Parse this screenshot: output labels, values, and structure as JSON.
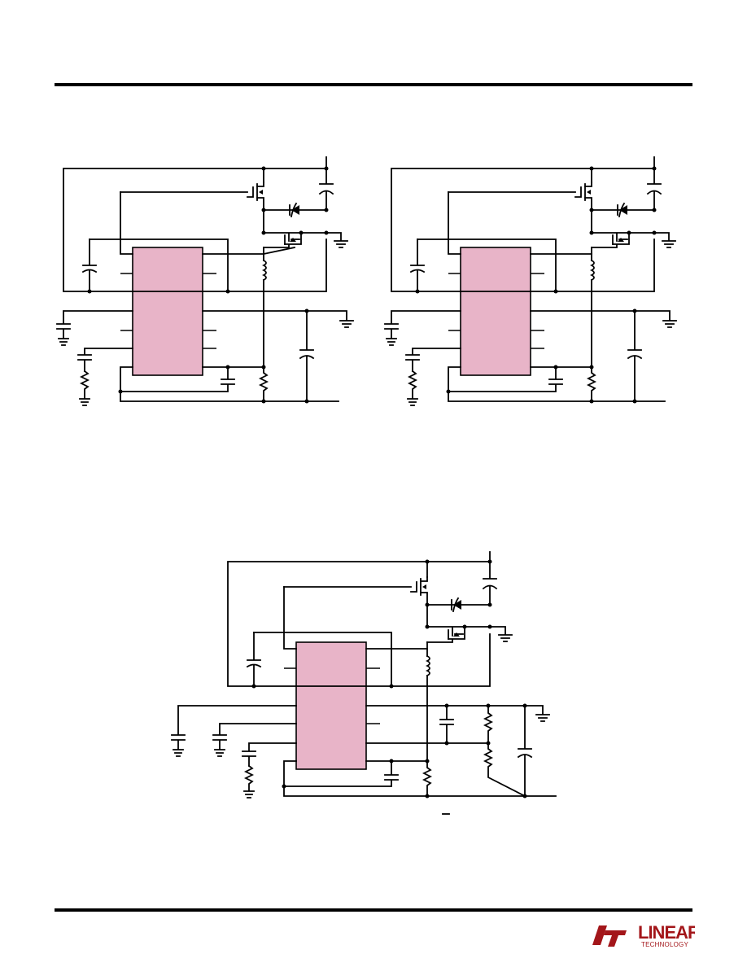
{
  "page": {
    "background": "#ffffff",
    "ic_fill": "#e8b4c8",
    "brand_color": "#a3161a"
  },
  "diagrams": [
    {
      "id": "schematic-top-left"
    },
    {
      "id": "schematic-top-right"
    },
    {
      "id": "schematic-bottom"
    }
  ],
  "footer": {
    "logo_word": "LINEAR",
    "logo_subword": "TECHNOLOGY"
  }
}
